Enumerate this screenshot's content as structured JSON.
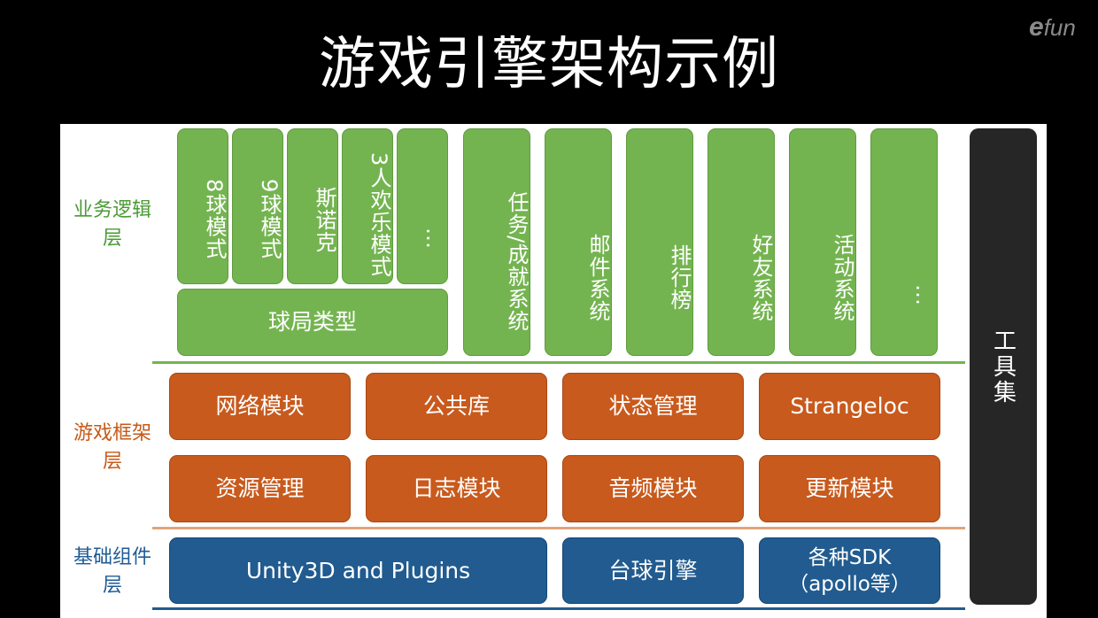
{
  "title": "游戏引擎架构示例",
  "logo": {
    "e": "e",
    "rest": "fun"
  },
  "layers": {
    "business": "业务逻辑层",
    "framework": "游戏框架层",
    "base": "基础组件层"
  },
  "business": {
    "modes": [
      "8球模式",
      "9球模式",
      "斯诺克",
      "3人欢乐模式",
      "…"
    ],
    "game_type": "球局类型",
    "systems": [
      "任务/成就系统",
      "邮件系统",
      "排行榜",
      "好友系统",
      "活动系统",
      "…"
    ]
  },
  "framework": {
    "row1": [
      "网络模块",
      "公共库",
      "状态管理",
      "Strangeloc"
    ],
    "row2": [
      "资源管理",
      "日志模块",
      "音频模块",
      "更新模块"
    ]
  },
  "base": {
    "unity": "Unity3D and Plugins",
    "engine": "台球引擎",
    "sdk_line1": "各种SDK",
    "sdk_line2": "（apollo等）"
  },
  "tools": "工具集",
  "colors": {
    "green": "#74b450",
    "orange": "#c85a1d",
    "blue": "#215b8f",
    "dark": "#262626"
  }
}
